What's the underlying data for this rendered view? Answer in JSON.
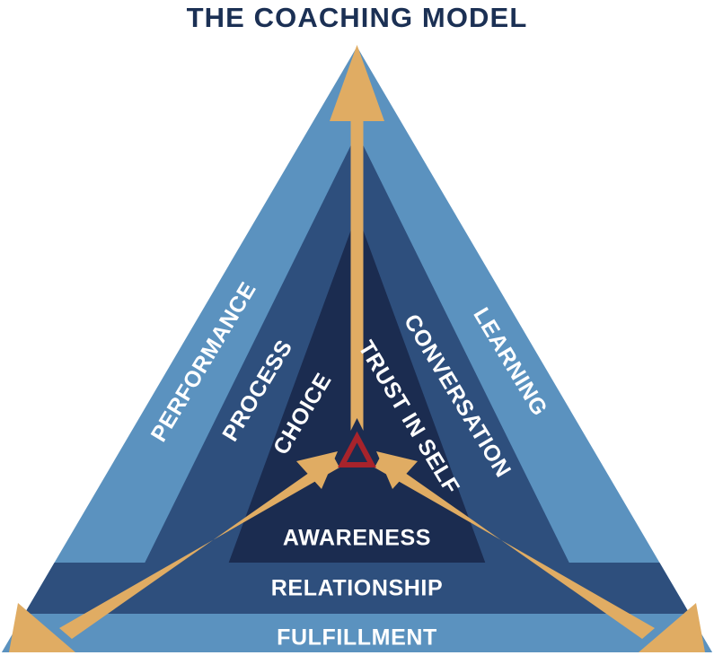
{
  "title": "THE COACHING MODEL",
  "colors": {
    "title": "#1b3054",
    "outer_blue": "#5b92bf",
    "middle_blue": "#2e4f7d",
    "inner_blue": "#1b2c50",
    "gold": "#e0ac63",
    "delta_red": "#a8232b",
    "label_text": "#ffffff",
    "background": "#ffffff"
  },
  "left_labels": [
    {
      "text": "PERFORMANCE",
      "layer": "outer"
    },
    {
      "text": "PROCESS",
      "layer": "middle"
    },
    {
      "text": "CHOICE",
      "layer": "inner"
    }
  ],
  "right_labels": [
    {
      "text": "LEARNING",
      "layer": "outer"
    },
    {
      "text": "CONVERSATION",
      "layer": "middle"
    },
    {
      "text": "TRUST IN SELF",
      "layer": "inner"
    }
  ],
  "bottom_bands": [
    {
      "text": "AWARENESS",
      "layer": "inner"
    },
    {
      "text": "RELATIONSHIP",
      "layer": "middle"
    },
    {
      "text": "FULFILLMENT",
      "layer": "outer"
    }
  ],
  "center_symbol": "delta-triangle",
  "arrows": [
    {
      "name": "arrow-up",
      "direction": "up"
    },
    {
      "name": "arrow-down-left",
      "direction": "down-left"
    },
    {
      "name": "arrow-down-right",
      "direction": "down-right"
    }
  ]
}
